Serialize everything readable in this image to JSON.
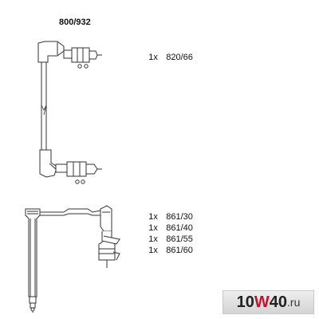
{
  "kit_number": "800/932",
  "parts": [
    {
      "qty": "1x",
      "code": "820/66"
    },
    {
      "qty": "1x",
      "code": "861/30"
    },
    {
      "qty": "1x",
      "code": "861/40"
    },
    {
      "qty": "1x",
      "code": "861/55"
    },
    {
      "qty": "1x",
      "code": "861/60"
    }
  ],
  "watermark": {
    "prefix": "10",
    "accent": "W",
    "middle": "40",
    "suffix": ".ru",
    "accent_color": "#c8102e"
  }
}
